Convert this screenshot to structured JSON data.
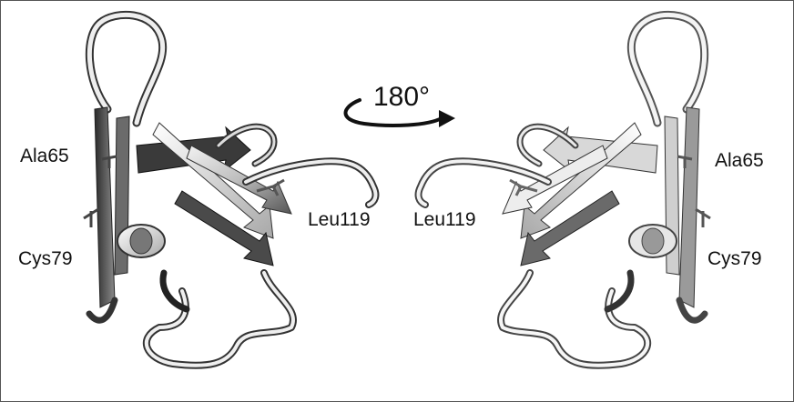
{
  "figure": {
    "rotation_label": "180°",
    "left_view": {
      "labels": {
        "ala": "Ala65",
        "cys": "Cys79",
        "leu": "Leu119"
      }
    },
    "right_view": {
      "labels": {
        "ala": "Ala65",
        "cys": "Cys79",
        "leu": "Leu119"
      }
    }
  }
}
